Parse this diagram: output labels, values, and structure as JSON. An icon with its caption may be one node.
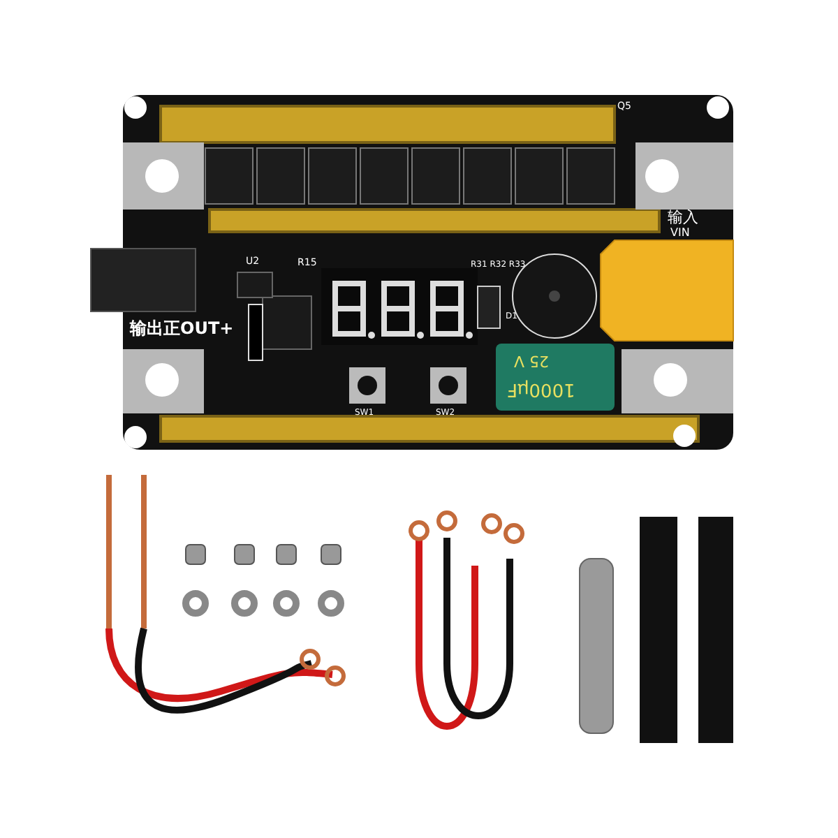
{
  "diagram": {
    "labels": [
      "Q5",
      "输入",
      "VIN",
      "U2",
      "R15",
      "R31 R32 R33",
      "D1",
      "输出正OUT+",
      "SW1",
      "SW2",
      "25 V",
      "1000μF"
    ]
  }
}
